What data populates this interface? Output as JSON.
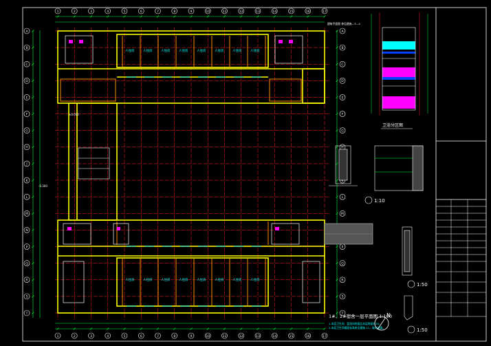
{
  "drawing": {
    "main_plan_title": "1#、2#宿舍一层平面图 1:100",
    "plan_notes": [
      "1.本层卫生间、盥洗间地面比本层地面低30。",
      "2.本层卫生间楼面标高参见建施-11，坡向地漏。"
    ],
    "north_label": "N",
    "section_title": "卫浴分区图",
    "detail_scale_1": "1:10",
    "detail_scale_2": "1:50",
    "detail_scale_3": "1:50",
    "elev_neg": "-0.300",
    "elev_zero": "±0.000",
    "room_label": "人住房",
    "top_right_note": "建筑平面图 参见建施—3—4",
    "axis_labels_left": [
      "A",
      "B",
      "C",
      "D",
      "E",
      "F",
      "G",
      "H",
      "J",
      "K",
      "L",
      "M",
      "N",
      "P",
      "Q",
      "R",
      "S",
      "T"
    ],
    "axis_labels_top": [
      "1",
      "2",
      "3",
      "4",
      "5",
      "6",
      "7",
      "8",
      "9",
      "10",
      "11",
      "12",
      "13",
      "14",
      "15",
      "16",
      "17"
    ]
  },
  "colors": {
    "background": "#000000",
    "frame": "#ffffff",
    "wall": "#ffff00",
    "axis": "#ff2020",
    "partition": "#ff8c00",
    "dimension": "#00ff3c",
    "window": "#00ffff",
    "text": "#00ffff",
    "hatch_magenta": "#ff00ff",
    "hatch_blue": "#0040ff"
  }
}
